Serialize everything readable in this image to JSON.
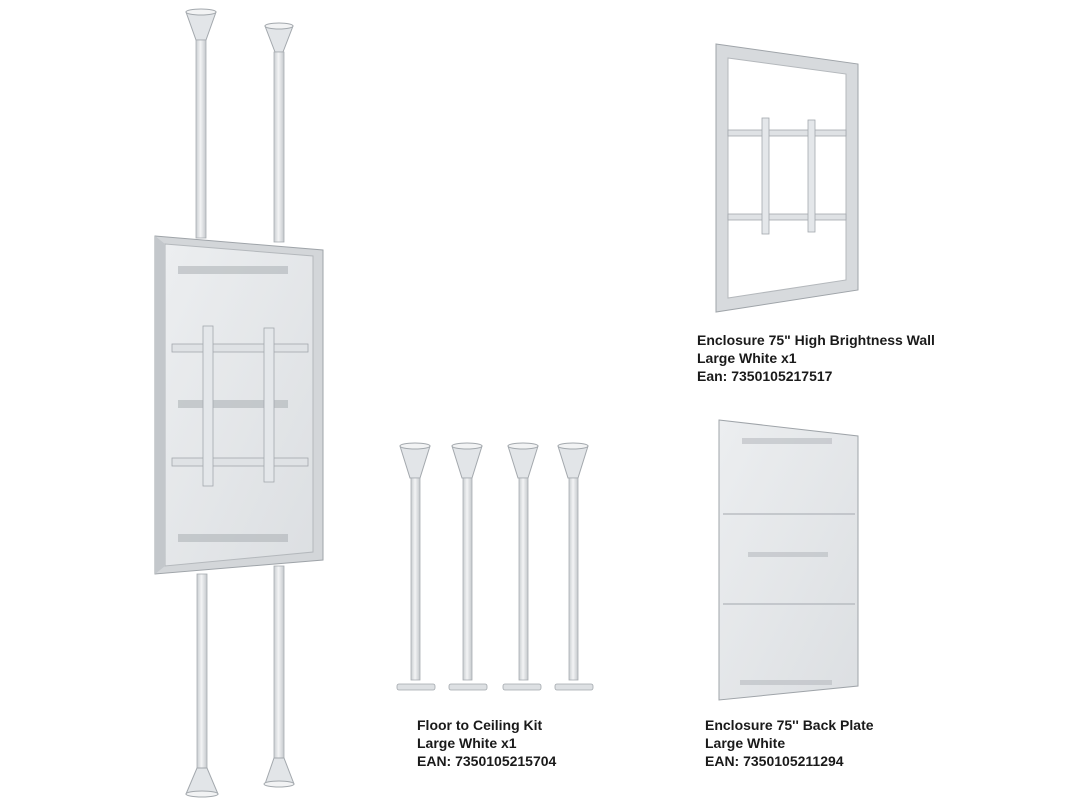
{
  "products": {
    "wall_enclosure": {
      "name": "Enclosure 75\" High Brightness Wall",
      "variant": "Large White x1",
      "ean": "Ean: 7350105217517"
    },
    "floor_ceiling_kit": {
      "name": "Floor to Ceiling Kit",
      "variant": "Large White x1",
      "ean": "EAN: 7350105215704"
    },
    "back_plate": {
      "name": "Enclosure 75'' Back Plate",
      "variant": "Large White",
      "ean": "EAN: 7350105211294"
    }
  },
  "colors": {
    "frame": "#d9dcdf",
    "frame_shadow": "#b9bdc1",
    "panel": "#e6e8ea",
    "pole": "#e9ebed",
    "outline": "#9fa4a9"
  }
}
